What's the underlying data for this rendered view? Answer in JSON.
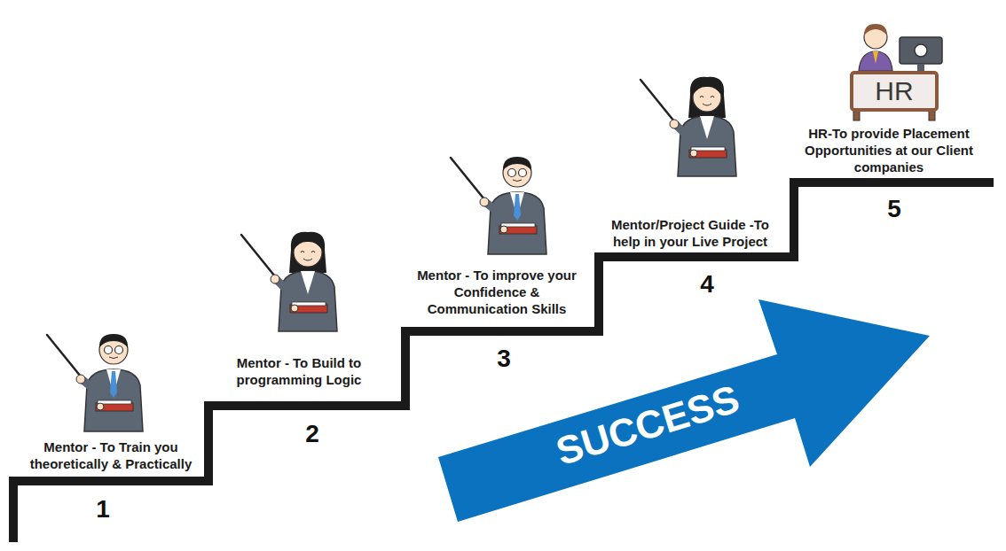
{
  "diagram": {
    "nodes": [
      {
        "text": [
          "SUCCESS"
        ]
      },
      {
        "text": [
          "HR"
        ]
      }
    ],
    "labels": [
      "Mentor - To Train you theoretically & Practically",
      "1",
      "Mentor - To Build to programming Logic",
      "2",
      "Mentor - To improve your Confidence & Communication Skills",
      "3",
      "Mentor/Project Guide -To help in your Live Project",
      "4",
      "HR-To provide Placement Opportunities at our Client companies",
      "5"
    ]
  }
}
